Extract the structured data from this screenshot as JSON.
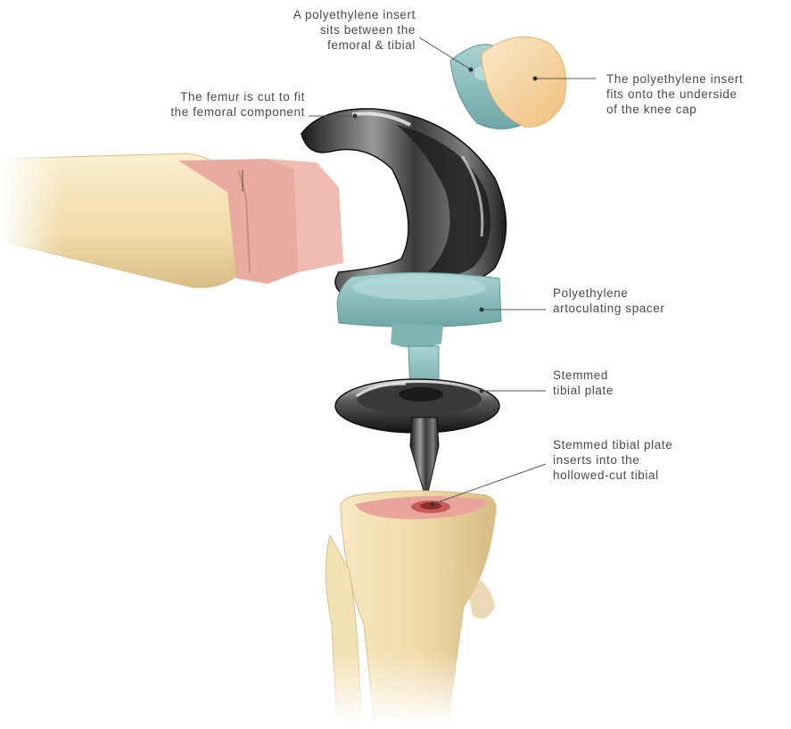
{
  "labels": {
    "insert_between": "A polyethylene insert\nsits between the\nfemoral & tibial",
    "kneecap_insert": "The polyethylene insert\nfits onto the underside\nof the knee cap",
    "femur_cut": "The femur is cut to fit\nthe femoral component",
    "spacer": "Polyethylene\nartoculating spacer",
    "tibial_plate": "Stemmed\ntibial plate",
    "plate_inserts": "Stemmed tibial plate\ninserts into the\nhollowed-cut tibial"
  },
  "colors": {
    "bone": "#f3e2b4",
    "bone_shadow": "#dcc08a",
    "cut_bone": "#e7a59b",
    "metal_dark": "#2b2b2b",
    "metal_light": "#8c8c8c",
    "polyethylene_teal": "#8fc1c0",
    "kneecap": "#f7d9a6",
    "leader_line": "#555555"
  }
}
